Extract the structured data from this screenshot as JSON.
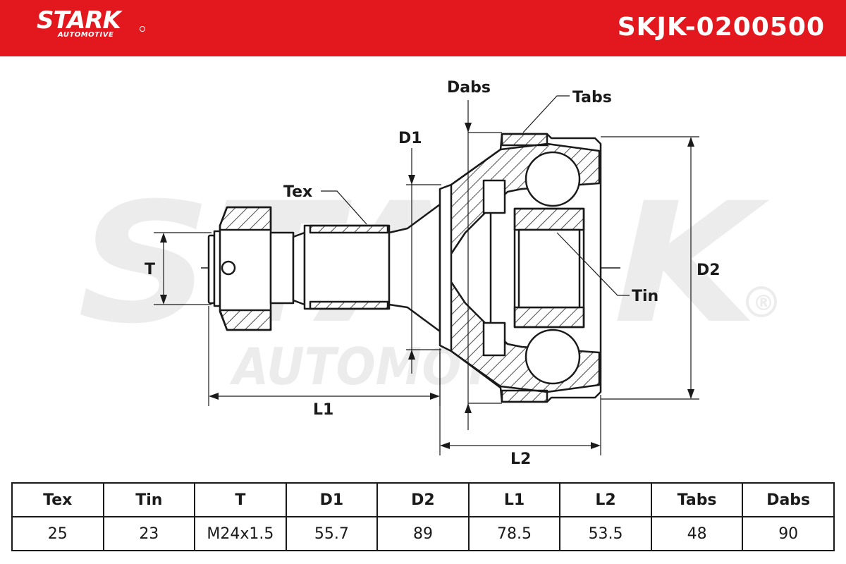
{
  "header": {
    "brand_name": "STARK",
    "brand_sub": "AUTOMOTIVE",
    "part_number": "SKJK-0200500",
    "background_color": "#e3181f",
    "text_color": "#ffffff"
  },
  "watermark": {
    "main": "STARK",
    "sub": "AUTOMOTIVE",
    "mark": "®"
  },
  "dimension_labels": {
    "tex": "Tex",
    "tin": "Tin",
    "t": "T",
    "d1": "D1",
    "d2": "D2",
    "l1": "L1",
    "l2": "L2",
    "tabs": "Tabs",
    "dabs": "Dabs"
  },
  "specs": {
    "headers": [
      "Tex",
      "Tin",
      "T",
      "D1",
      "D2",
      "L1",
      "L2",
      "Tabs",
      "Dabs"
    ],
    "values": [
      "25",
      "23",
      "M24x1.5",
      "55.7",
      "89",
      "78.5",
      "53.5",
      "48",
      "90"
    ]
  }
}
